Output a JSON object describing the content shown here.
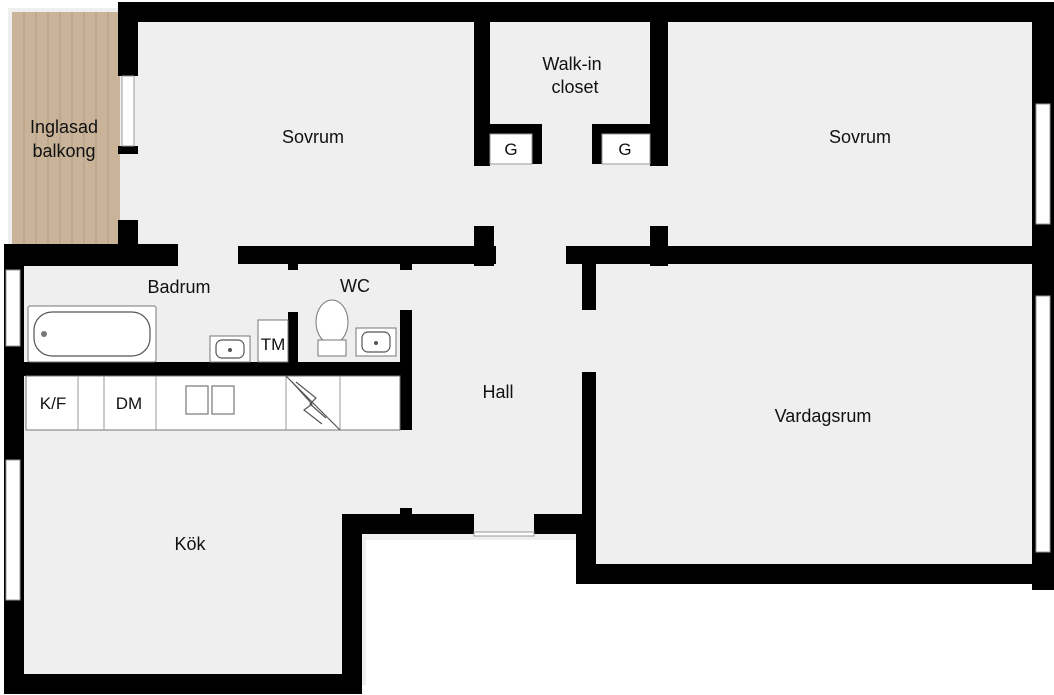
{
  "rooms": {
    "balcony": "Inglasad\nbalkong",
    "bedroom_left": "Sovrum",
    "walkin": "Walk-in\ncloset",
    "bedroom_right": "Sovrum",
    "bathroom": "Badrum",
    "wc": "WC",
    "hall": "Hall",
    "living": "Vardagsrum",
    "kitchen": "Kök"
  },
  "fixtures": {
    "wardrobe_left": "G",
    "wardrobe_right": "G",
    "washer": "TM",
    "fridge_freezer": "K/F",
    "dishwasher": "DM"
  },
  "colors": {
    "wall": "#000000",
    "floor": "#efefef",
    "balcony_deck": "#c9b49a",
    "window": "#ffffff"
  }
}
